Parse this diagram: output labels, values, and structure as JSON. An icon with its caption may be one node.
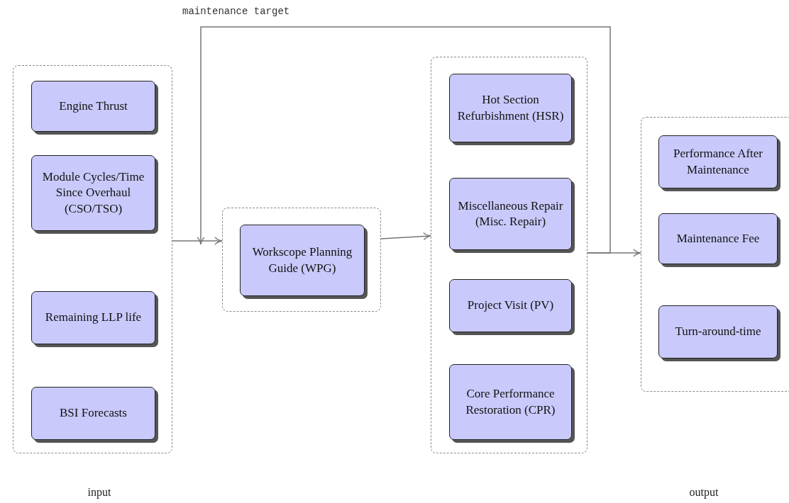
{
  "diagram": {
    "nodes": [
      {
        "text": [],
        "shape": "box"
      },
      {
        "text": [
          "Engine Thrust"
        ],
        "in": 0
      },
      {
        "text": [
          "Module Cycles/Time Since Overhaul (CSO/TSO)"
        ],
        "in": 0
      },
      {
        "text": [
          "Remaining LLP life"
        ],
        "in": 0
      },
      {
        "text": [
          "BSI Forecasts"
        ],
        "in": 0
      },
      {
        "text": [],
        "shape": "box"
      },
      {
        "text": [
          "Workscope Planning Guide (WPG)"
        ],
        "in": 5
      },
      {
        "text": [],
        "shape": "box"
      },
      {
        "text": [
          "Hot Section Refurbishment (HSR)"
        ],
        "in": 7
      },
      {
        "text": [
          "Miscellaneous Repair (Misc. Repair)"
        ],
        "in": 7
      },
      {
        "text": [
          "Project Visit (PV)"
        ],
        "in": 7
      },
      {
        "text": [
          "Core Performance Restoration (CPR)"
        ],
        "in": 7
      },
      {
        "text": [],
        "shape": "box"
      },
      {
        "text": [
          "Performance After Maintenance"
        ],
        "in": 12
      },
      {
        "text": [
          "Maintenance Fee"
        ],
        "in": 12
      },
      {
        "text": [
          "Turn-around-time"
        ],
        "in": 12
      }
    ],
    "edges": [
      {
        "from": 0,
        "to": 5,
        "arrow": "to"
      },
      {
        "from": 5,
        "to": 7,
        "arrow": "to"
      },
      {
        "from": 7,
        "to": 12,
        "arrow": "to"
      },
      {
        "from": 7,
        "to": 5,
        "arrow": "to",
        "label": "maintenance target"
      }
    ],
    "labels": [
      "input",
      "output"
    ]
  }
}
